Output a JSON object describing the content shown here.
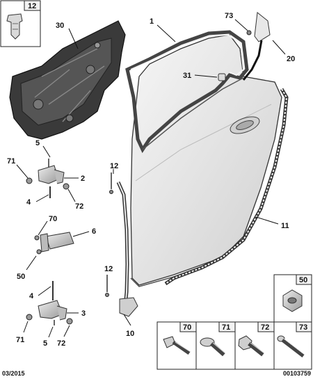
{
  "callouts": {
    "c1": "1",
    "c2": "2",
    "c3": "3",
    "c4a": "4",
    "c4b": "4",
    "c5a": "5",
    "c5b": "5",
    "c6": "6",
    "c10": "10",
    "c11": "11",
    "c12a": "12",
    "c12b": "12",
    "c20": "20",
    "c30": "30",
    "c31": "31",
    "c50": "50",
    "c70": "70",
    "c71a": "71",
    "c71b": "71",
    "c72a": "72",
    "c72b": "72",
    "c73": "73"
  },
  "boxes": {
    "box12": "12",
    "box50": "50",
    "box70": "70",
    "box71": "71",
    "box72": "72",
    "box73": "73"
  },
  "footer": {
    "date": "03/2015",
    "ref": "00103759"
  }
}
